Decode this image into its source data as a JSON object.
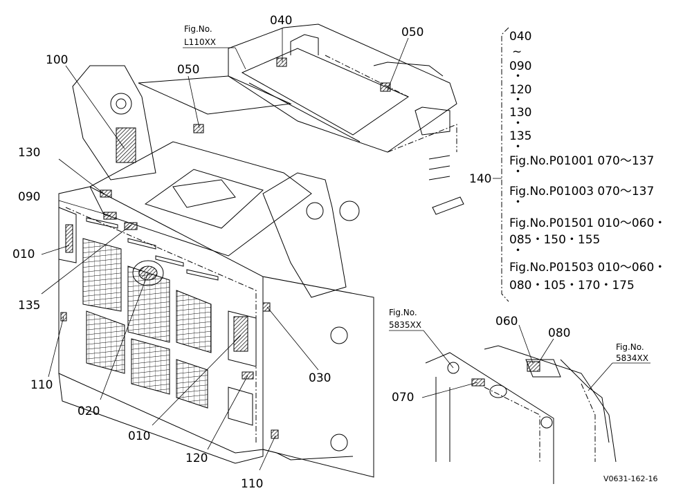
{
  "drawing_code": "V0631-162-16",
  "fig_refs": {
    "top": {
      "title": "Fig.No.",
      "code": "L110XX"
    },
    "inset_left": {
      "title": "Fig.No.",
      "code": "5835XX"
    },
    "inset_right": {
      "title": "Fig.No.",
      "code": "5834XX"
    }
  },
  "callouts": {
    "c040": "040",
    "c050_right": "050",
    "c050_left": "050",
    "c100": "100",
    "c130": "130",
    "c090": "090",
    "c010_left": "010",
    "c135": "135",
    "c110_left": "110",
    "c020": "020",
    "c010_bottom": "010",
    "c120": "120",
    "c110_bottom": "110",
    "c030": "030",
    "c060": "060",
    "c080": "080",
    "c070": "070"
  },
  "kit": {
    "label": "140",
    "lines": [
      "040",
      "~",
      "090",
      "・",
      "120",
      "・",
      "130",
      "・",
      "135",
      "・",
      "Fig.No.P01001  070～137",
      "・",
      "Fig.No.P01003  070～137",
      "・",
      "Fig.No.P01501  010～060・",
      "085・150・155",
      "・",
      "Fig.No.P01503  010～060・",
      "080・105・170・175"
    ]
  }
}
